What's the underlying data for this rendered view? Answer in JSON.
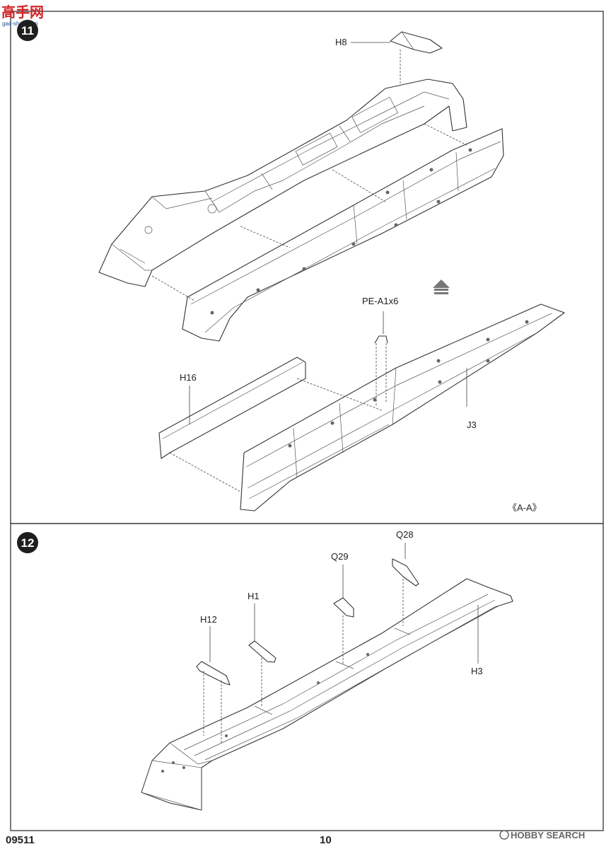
{
  "watermark_top": {
    "logo_text": "高手网",
    "url": "gao-shou.com"
  },
  "step11": {
    "number": "11",
    "labels": {
      "h8": "H8",
      "pe": "PE-A1x6",
      "h16": "H16",
      "j3": "J3",
      "view": "《A-A》"
    }
  },
  "step12": {
    "number": "12",
    "labels": {
      "q28": "Q28",
      "q29": "Q29",
      "h1": "H1",
      "h12": "H12",
      "h3": "H3"
    }
  },
  "footer": {
    "kit_code": "09511",
    "page_number": "10",
    "watermark_brand": "HOBBY SEARCH"
  },
  "colors": {
    "step_badge": "#1e1e1e",
    "frame": "#222222",
    "watermark_red": "#d0252a",
    "watermark_blue": "#1d4f9c",
    "watermark_gray": "#666666"
  }
}
